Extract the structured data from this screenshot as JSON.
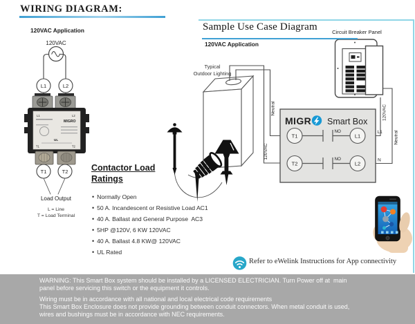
{
  "title": "WIRING DIAGRAM:",
  "left_diagram": {
    "app_label": "120VAC Application",
    "source_voltage": "120VAC",
    "line_terminals": {
      "l1": "L1",
      "l2": "L2"
    },
    "load_terminals": {
      "t1": "T1",
      "t2": "T2"
    },
    "contactor_brand": "MIGRO",
    "contactor_ul_mark": "UL",
    "contactor_markings": {
      "l1": "L1",
      "l2": "L2",
      "t1": "T1",
      "t2": "T2"
    },
    "load_output_label": "Load Output",
    "legend": {
      "line1": "L = Line",
      "line2": "T = Load Terminal"
    }
  },
  "ratings": {
    "heading_line1": "Contactor Load",
    "heading_line2": "Ratings",
    "bullet": "•",
    "items": [
      "Normally Open",
      "50 A. Incandescent or Resistive Load AC1",
      "40 A. Ballast and General Purpose  AC3",
      "5HP @120V, 6 KW 120VAC",
      "40 A. Ballast 4.8 KW@ 120VAC",
      "UL Rated"
    ]
  },
  "use_case": {
    "heading": "Sample Use Case Diagram",
    "app_label": "120VAC Application",
    "lighting_caption": {
      "line1": "Typical",
      "line2": "Outdoor Lighting"
    },
    "breaker_panel_label": "Circuit Breaker Panel",
    "smart_box": {
      "brand": "MIGR",
      "name": "Smart Box",
      "contact_state": "NO",
      "terminals": {
        "t1": "T1",
        "t2": "T2",
        "l1": "L1",
        "l2": "L2"
      }
    },
    "wire_labels": {
      "left_neutral": "Neutral",
      "left_hot": "120VAC",
      "right_hot": "120VAC",
      "right_neutral": "Neutral",
      "l1": "L1",
      "n": "N"
    }
  },
  "footer_note": {
    "text": "Refer to eWelink Instructions for App connectivity"
  },
  "warning": {
    "lines": [
      "WARNING: This Smart Box system should be installed by a LICENSED ELECTRICIAN. Turn Power off at  main",
      "panel before servicing this switch or the equipment it controls.",
      "Wiring must be in accordance with all national and local electrical code requirements",
      "This Smart Box Enclosure does not provide grounding between conduit connectors. When metal conduit is used,",
      "wires and bushings must be in accordance with NEC requirements."
    ]
  },
  "colors": {
    "underline_blue": "#3fa0d4",
    "box_border_cyan": "#8fd6e6",
    "migro_navy": "#1c2b55",
    "migro_blue": "#1899d5",
    "wifi_teal": "#28a7c9",
    "warning_bg": "#a8a8a8",
    "warning_yellow": "#f6d500"
  }
}
